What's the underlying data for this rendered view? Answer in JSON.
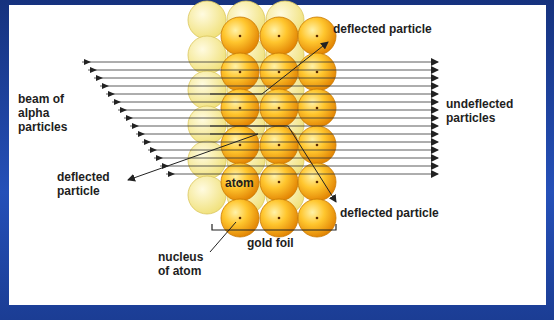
{
  "diagram": {
    "labels": [
      "deflected particle",
      "beam of alpha particles",
      "undeflected particles",
      "deflected particle",
      "atom",
      "deflected particle",
      "gold foil",
      "nucleus of atom"
    ]
  }
}
